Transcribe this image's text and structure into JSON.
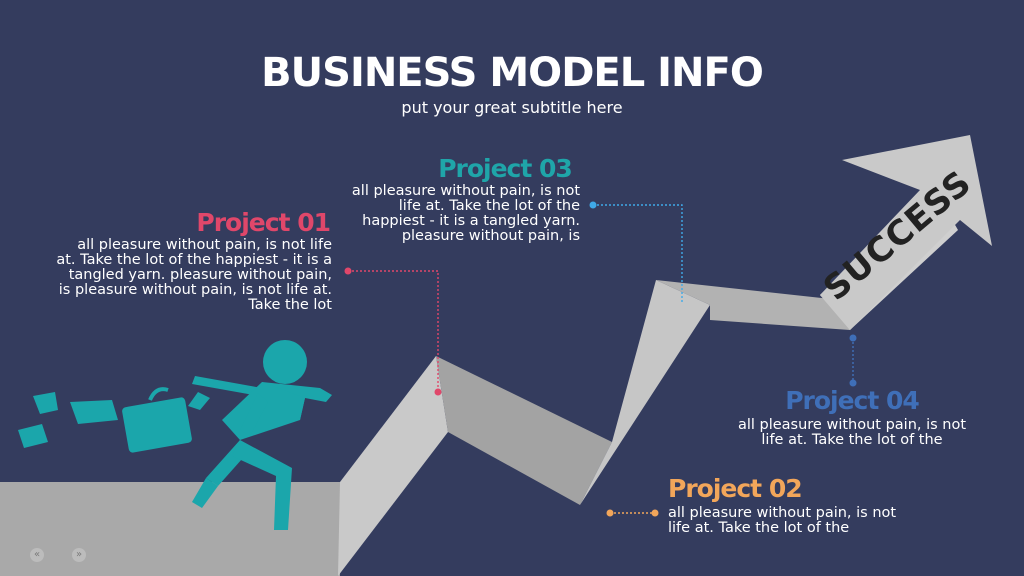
{
  "header": {
    "title": "BUSINESS MODEL INFO",
    "subtitle": "put your great subtitle here"
  },
  "arrow_label": "SUCCESS",
  "projects": [
    {
      "title": "Project 01",
      "color": "#e0476a",
      "body": "all pleasure without pain, is not life at. Take the lot of the happiest - it is a tangled yarn. pleasure without pain, is pleasure without pain, is not life at. Take the lot"
    },
    {
      "title": "Project 02",
      "color": "#f2a65a",
      "body": "all pleasure without pain, is not life at. Take the lot of the"
    },
    {
      "title": "Project 03",
      "color": "#1fa5a9",
      "body": "all pleasure without pain, is not life at. Take the lot of the happiest - it is a tangled yarn. pleasure without pain, is"
    },
    {
      "title": "Project 04",
      "color": "#3f6fb8",
      "body": "all pleasure without pain, is not life at. Take the lot of the"
    }
  ],
  "colors": {
    "background": "#343c5e",
    "figure": "#1ba6ab",
    "ground": "#a9a9a9",
    "arrow_light": "#d0d0d0",
    "arrow_dark": "#a3a3a3",
    "project03_line": "#3fa9e8"
  },
  "nav": {
    "prev_icon": "rewind-icon",
    "next_icon": "fast-forward-icon"
  }
}
